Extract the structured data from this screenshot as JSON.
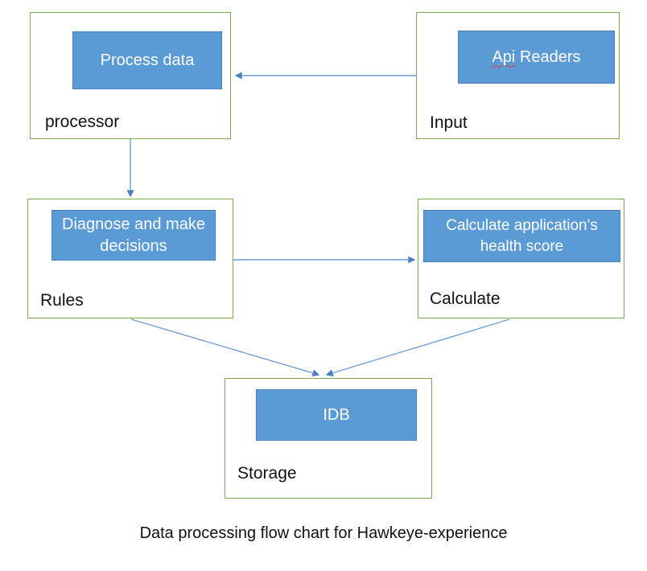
{
  "caption": "Data processing flow chart for Hawkeye-experience",
  "nodes": {
    "processor": {
      "label": "processor",
      "box_text": "Process data"
    },
    "input": {
      "label": "Input",
      "box_word1": "Api",
      "box_word2": "Readers"
    },
    "rules": {
      "label": "Rules",
      "box_text": "Diagnose and make decisions"
    },
    "calculate": {
      "label": "Calculate",
      "box_text": "Calculate application's health score"
    },
    "storage": {
      "label": "Storage",
      "box_text": "IDB"
    }
  },
  "edges": [
    {
      "from": "input",
      "to": "processor"
    },
    {
      "from": "processor",
      "to": "rules"
    },
    {
      "from": "rules",
      "to": "calculate"
    },
    {
      "from": "rules",
      "to": "storage"
    },
    {
      "from": "calculate",
      "to": "storage"
    }
  ],
  "colors": {
    "node_fill": "#5b9bd5",
    "node_fill_border": "#4a80b6",
    "container_border": "#7aab54",
    "arrow_line": "#6f9ed6",
    "arrow_head": "#4c7fbe",
    "box_text": "#ffffff",
    "label_text": "#111111",
    "misspell_underline": "#e03a2f"
  }
}
